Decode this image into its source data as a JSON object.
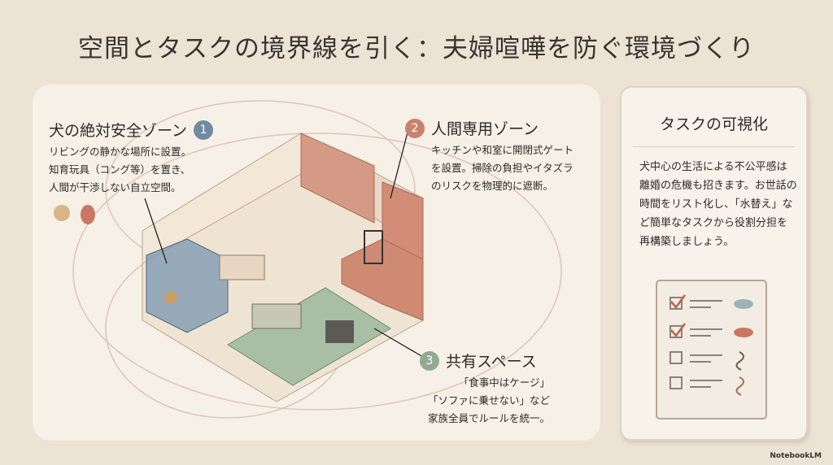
{
  "title": "空間とタスクの境界線を引く：夫婦喧嘩を防ぐ環境づくり",
  "zones": [
    {
      "number": "1",
      "title": "犬の絶対安全ゾーン",
      "text": "リビングの静かな場所に設置。\n知育玩具（コング等）を置き、\n人間が干渉しない自立空間。",
      "color": "#6f8ba3"
    },
    {
      "number": "2",
      "title": "人間専用ゾーン",
      "text": "キッチンや和室に開閉式ゲート\nを設置。掃除の負担やイタズラ\nのリスクを物理的に遮断。",
      "color": "#c98270"
    },
    {
      "number": "3",
      "title": "共有スペース",
      "text": "「食事中はケージ」\n「ソファに乗せない」など\n家族全員でルールを統一。",
      "color": "#93aa92"
    }
  ],
  "task_card": {
    "title": "タスクの可視化",
    "body": "犬中心の生活による不公平感は離婚の危機も招きます。お世話の時間をリスト化し、「水替え」など簡単なタスクから役割分担を再構築しましょう。",
    "checklist": [
      {
        "checked": true,
        "icon": "water-bowl-icon"
      },
      {
        "checked": true,
        "icon": "food-bowl-icon"
      },
      {
        "checked": false,
        "icon": "leash-icon"
      },
      {
        "checked": false,
        "icon": "leash-icon"
      }
    ]
  },
  "logo": "NotebookLM"
}
